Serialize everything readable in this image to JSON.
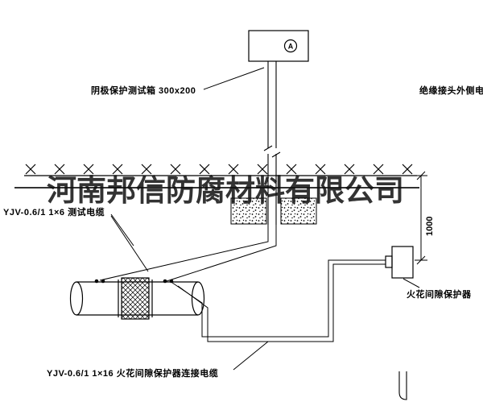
{
  "watermark": "河南邦信防腐材料有限公司",
  "labels": {
    "test_box": "阴极保护测试箱 300x200",
    "outer_cable": "绝缘接头外侧电缆",
    "test_cable": "YJV-0.6/1 1×6  测试电缆",
    "spark_gap": "火花间隙保护器",
    "connection_cable": "YJV-0.6/1 1×16  火花间隙保护器连接电缆",
    "dimension": "1000",
    "meter_symbol": "A"
  },
  "colors": {
    "line": "#000000",
    "background": "#ffffff",
    "watermark": "#0f0f0f"
  }
}
